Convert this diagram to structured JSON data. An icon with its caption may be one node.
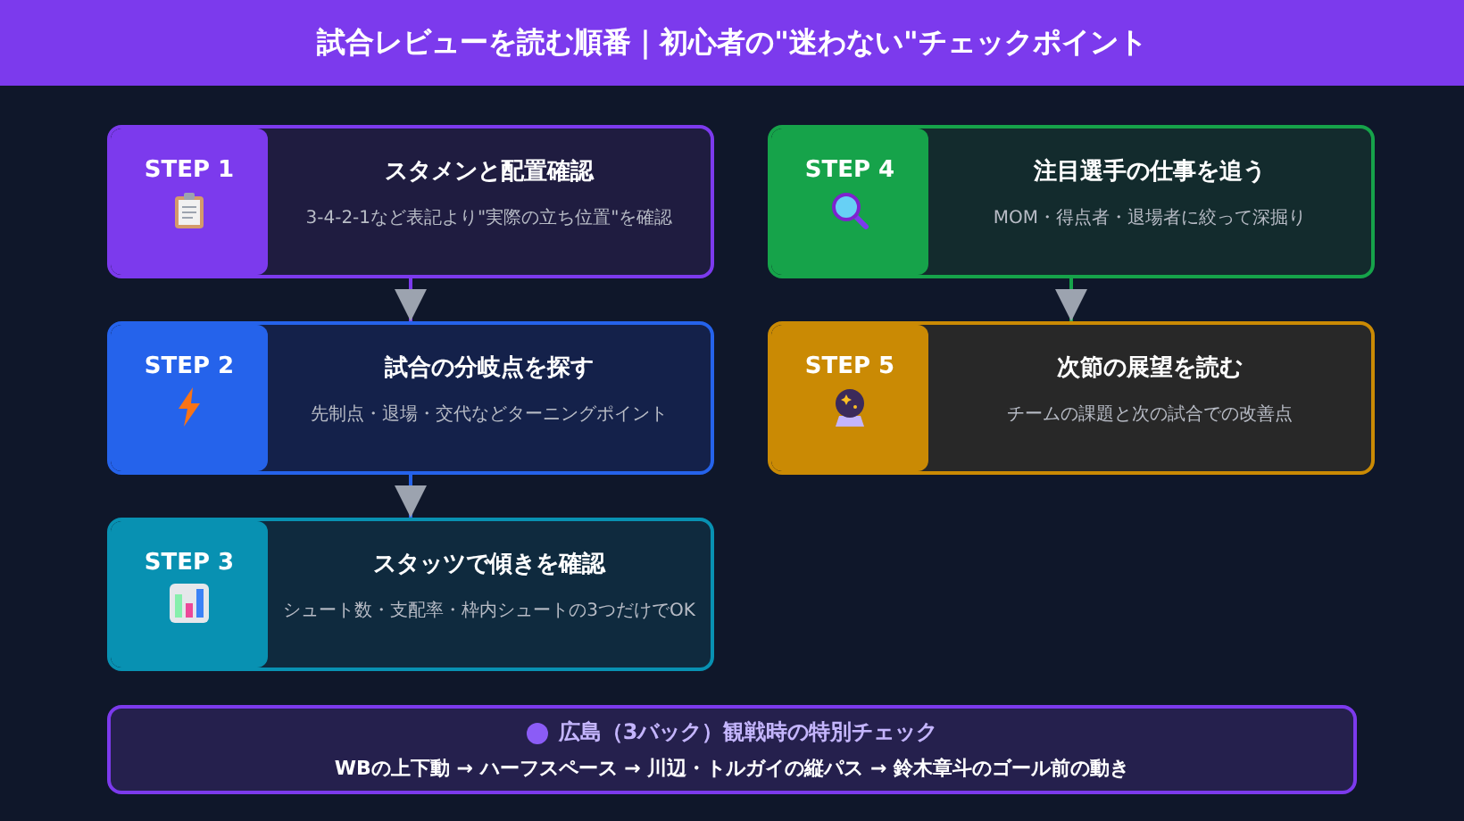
{
  "diagram": {
    "title": "試合レビューを読む順番｜初心者の\"迷わない\"チェックポイント",
    "nodes": [
      {
        "text": [
          "STEP 1",
          "スタメンと配置確認",
          "3-4-2-1など表記より\"実際の立ち位置\"を確認"
        ]
      },
      {
        "text": [
          "STEP 2",
          "試合の分岐点を探す",
          "先制点・退場・交代などターニングポイント"
        ]
      },
      {
        "text": [
          "STEP 3",
          "スタッツで傾きを確認",
          "シュート数・支配率・枠内シュートの3つだけでOK"
        ]
      },
      {
        "text": [
          "STEP 4",
          "注目選手の仕事を追う",
          "MOM・得点者・退場者に絞って深掘り"
        ]
      },
      {
        "text": [
          "STEP 5",
          "次節の展望を読む",
          "チームの課題と次の試合での改善点"
        ]
      },
      {
        "text": [
          "広島（3バック）観戦時の特別チェック",
          "WBの上下動 → ハーフスペース → 川辺・トルガイの縦パス → 鈴木章斗のゴール前の動き"
        ]
      }
    ],
    "edges": [
      {
        "from": 0,
        "to": 1,
        "arrow": "to",
        "color": "#7c3aed"
      },
      {
        "from": 1,
        "to": 2,
        "arrow": "to",
        "color": "#2563eb"
      },
      {
        "from": 3,
        "to": 4,
        "arrow": "to",
        "color": "#16a34a"
      }
    ]
  }
}
